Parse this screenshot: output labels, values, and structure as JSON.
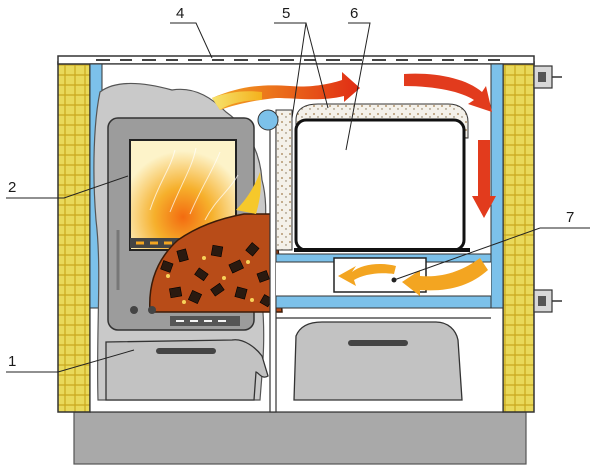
{
  "diagram": {
    "callouts": [
      {
        "id": "1",
        "label": "1"
      },
      {
        "id": "2",
        "label": "2"
      },
      {
        "id": "4",
        "label": "4"
      },
      {
        "id": "5",
        "label": "5"
      },
      {
        "id": "6",
        "label": "6"
      },
      {
        "id": "7",
        "label": "7"
      }
    ],
    "colors": {
      "insulation": "#e9d95a",
      "water_jacket": "#7cc1ea",
      "casing_gray": "#c9c9c9",
      "stone_gray": "#b8b8b8",
      "oven": "#ffffff",
      "flame": "#f3a521",
      "hot_arrow": "#e23b1d",
      "warm_arrow": "#f6c82b",
      "base": "#a9a9a9"
    }
  }
}
